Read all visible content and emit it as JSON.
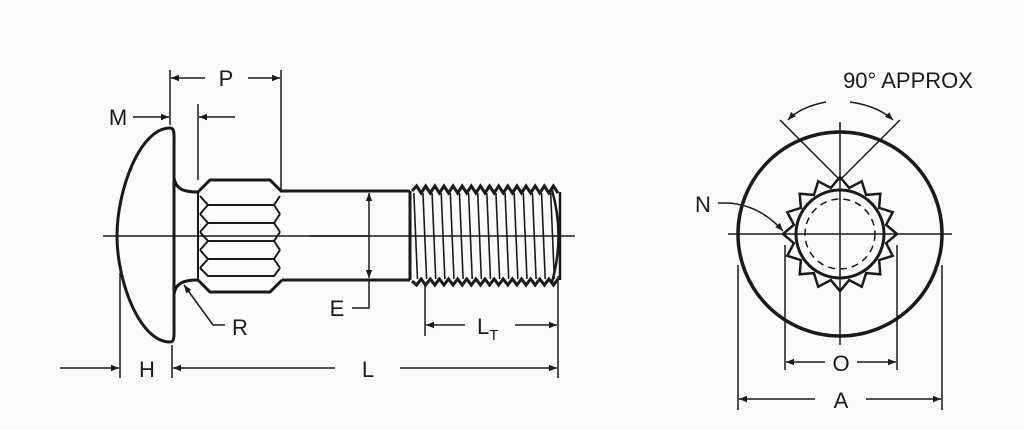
{
  "title": "Carriage bolt dimension diagram",
  "side_view": {
    "labels": {
      "P": "P",
      "M": "M",
      "E": "E",
      "R": "R",
      "H": "H",
      "L": "L",
      "LT_main": "L",
      "LT_sub": "T"
    }
  },
  "end_view": {
    "angle_label": "90° APPROX",
    "labels": {
      "N": "N",
      "O": "O",
      "A": "A"
    }
  },
  "colors": {
    "ink": "#1a1a1a",
    "paper": "#fbfbfb"
  }
}
